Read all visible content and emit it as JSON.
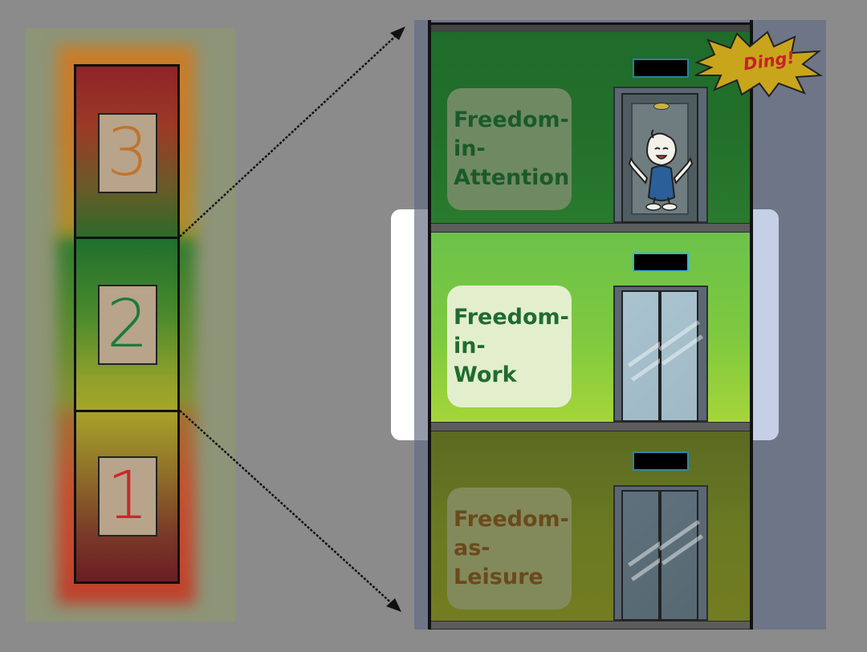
{
  "index_panel": {
    "floors": [
      {
        "number": "3",
        "color": "#c0742e"
      },
      {
        "number": "2",
        "color": "#1e7a3a"
      },
      {
        "number": "1",
        "color": "#c8282a"
      }
    ]
  },
  "building": {
    "floors": [
      {
        "level": 3,
        "label_lines": [
          "Freedom-",
          "in-",
          "Attention"
        ],
        "state": "elevator open, figure waving"
      },
      {
        "level": 2,
        "label_lines": [
          "Freedom-",
          "in-",
          "Work"
        ],
        "state": "highlighted"
      },
      {
        "level": 1,
        "label_lines": [
          "Freedom-",
          "as-",
          "Leisure"
        ],
        "state": "doors closed"
      }
    ],
    "ding": "Ding!"
  },
  "colors": {
    "background": "#8b8b8b",
    "floor_attention": "#236f2b",
    "floor_work": "#7ec93f",
    "floor_leisure": "#6b7a22",
    "ding_red": "#c8202a",
    "ding_yellow": "#c9a51c"
  }
}
